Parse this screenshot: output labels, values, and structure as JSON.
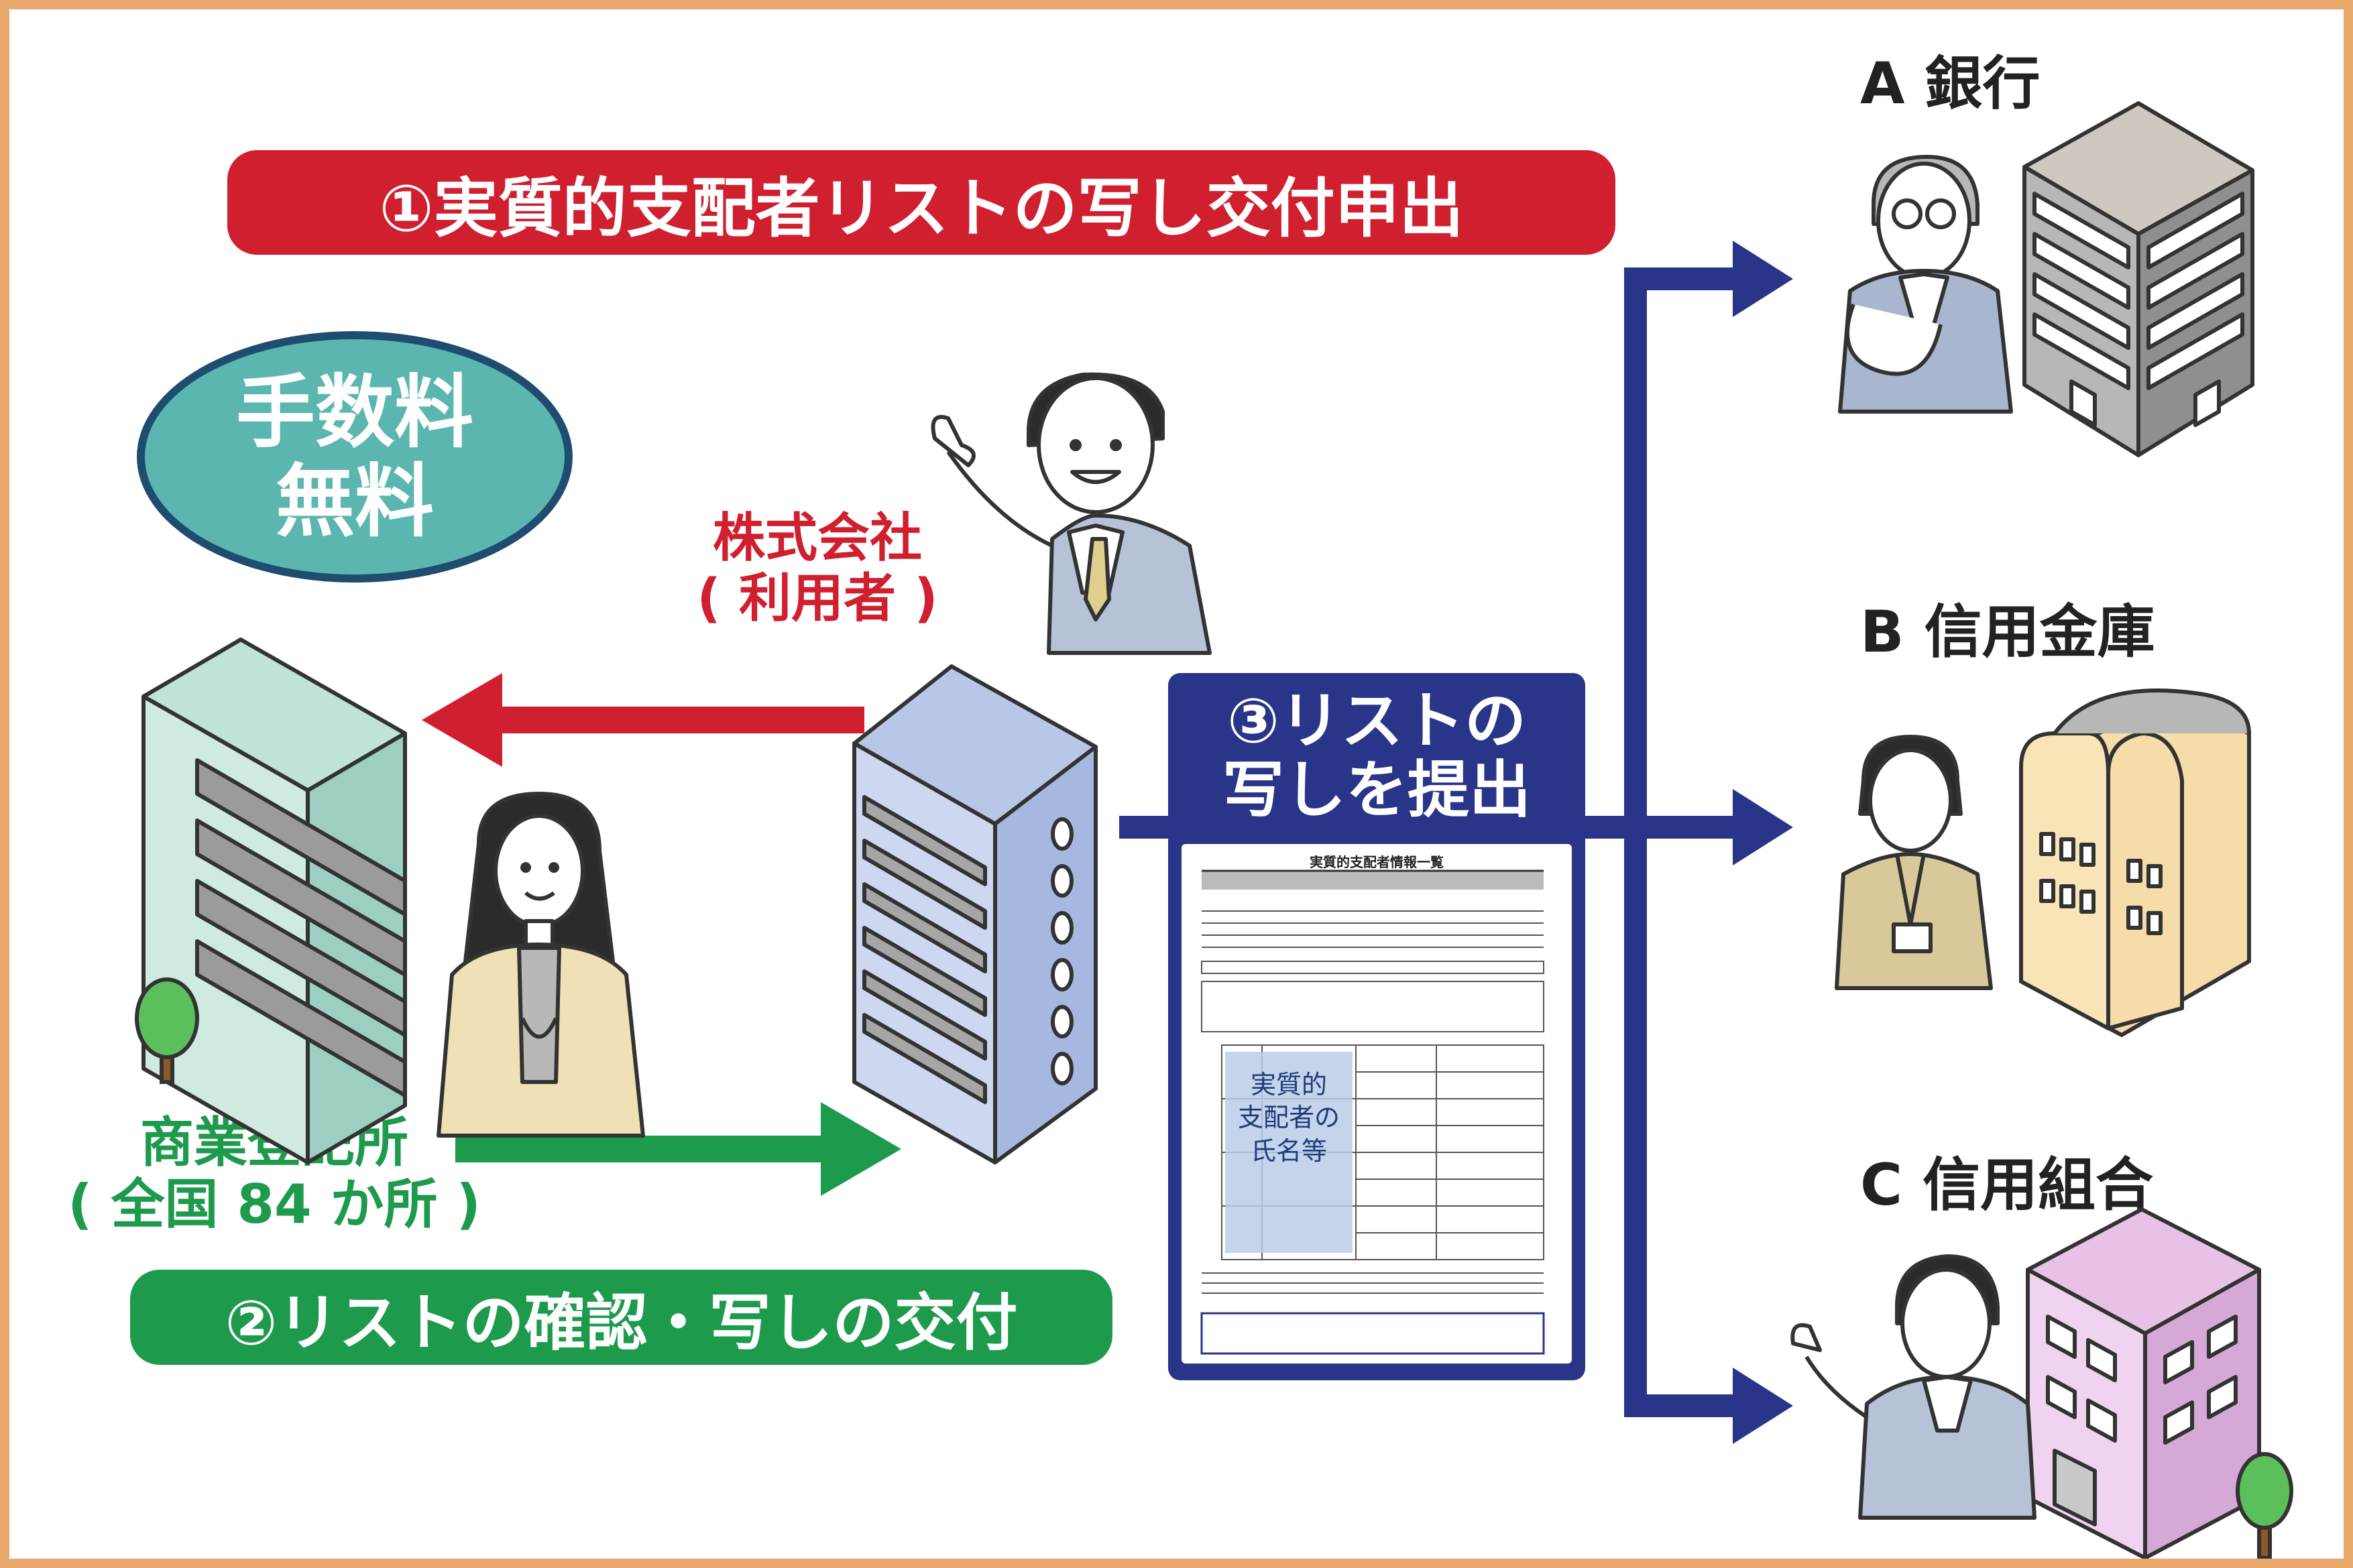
{
  "colors": {
    "red": "#d01f2e",
    "green": "#1e9a4d",
    "navy": "#283589",
    "teal": "#5bb6b0",
    "tealBorder": "#1f4d70",
    "frame": "#e8a86c"
  },
  "step1": {
    "label": "①実質的支配者リストの写し交付申出"
  },
  "step2": {
    "label": "②リストの確認・写しの交付"
  },
  "step3": {
    "line1": "③リストの",
    "line2": "写しを提出"
  },
  "fee": {
    "line1": "手数料",
    "line2": "無料"
  },
  "company": {
    "line1": "株式会社",
    "line2": "( 利用者 )"
  },
  "registry": {
    "line1": "商業登記所",
    "line2": "( 全国 84 か所 )"
  },
  "banks": [
    {
      "label": "A 銀行"
    },
    {
      "label": "B 信用金庫"
    },
    {
      "label": "C 信用組合"
    }
  ],
  "document": {
    "header": "実質的支配者情報一覧",
    "overlay": [
      "実質的",
      "支配者の",
      "氏名等"
    ]
  },
  "icons": [
    "registry-building-icon",
    "tree-icon",
    "woman-clerk-icon",
    "company-building-icon",
    "man-presenter-icon",
    "bank-building-icon",
    "banker-icon",
    "shinkin-building-icon",
    "woman-staff-icon",
    "kumiai-building-icon",
    "man-staff-icon",
    "document-icon"
  ]
}
